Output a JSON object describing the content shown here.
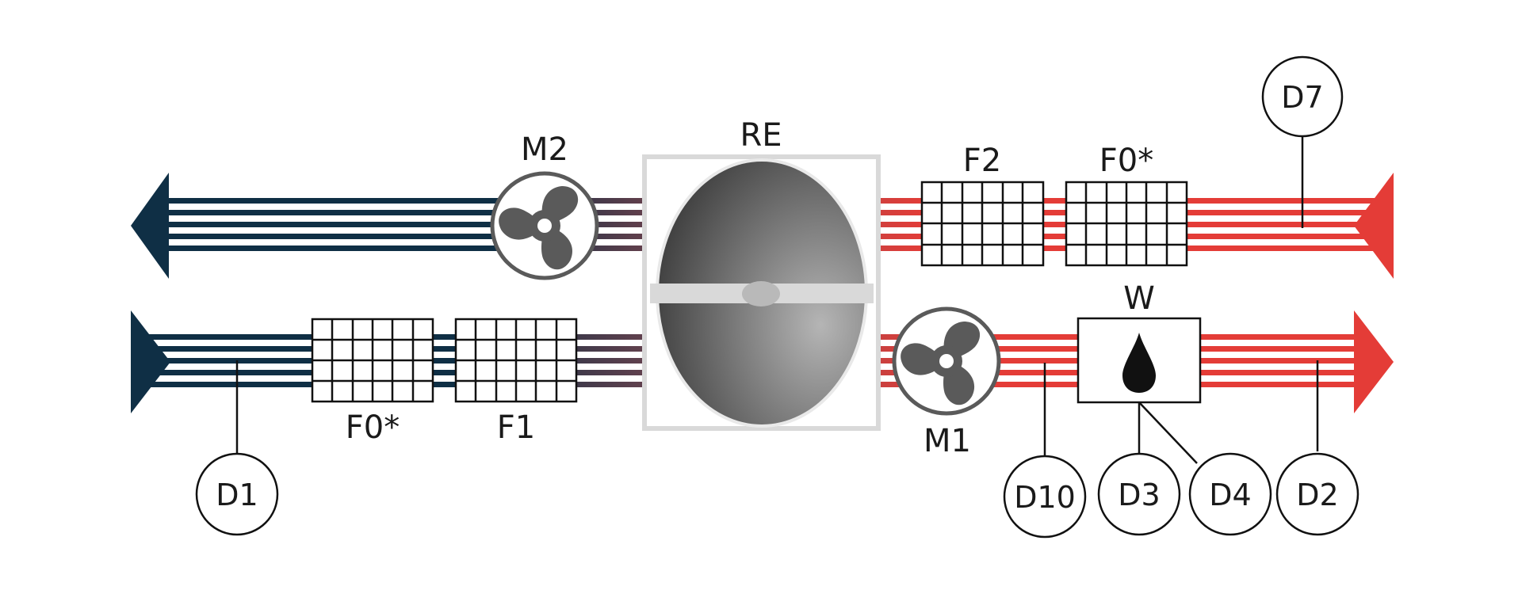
{
  "labels": {
    "re": "RE",
    "m2": "M2",
    "m1": "M1",
    "f2": "F2",
    "f0_top": "F0*",
    "w": "W",
    "f0_bottom": "F0*",
    "f1": "F1"
  },
  "callouts": {
    "d7": "D7",
    "d1": "D1",
    "d10": "D10",
    "d3": "D3",
    "d4": "D4",
    "d2": "D2"
  },
  "colors": {
    "cold": "#0f2f45",
    "warm": "#e43c37",
    "outline": "#555555",
    "fan": "#5a5a5a",
    "housing": "#d9d9d9"
  }
}
